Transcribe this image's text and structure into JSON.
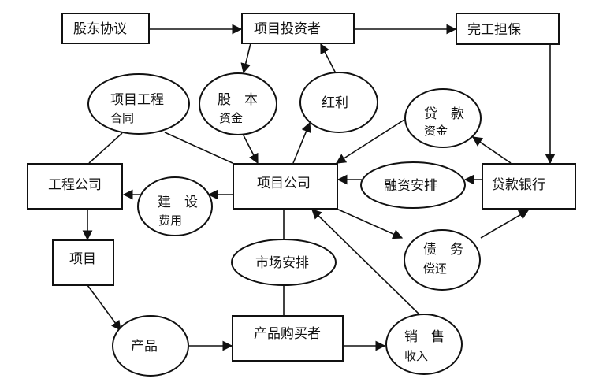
{
  "diagram": {
    "nodes": {
      "shareholder_agreement": {
        "shape": "box",
        "label": "股东协议"
      },
      "project_investor": {
        "shape": "box",
        "label": "项目投资者"
      },
      "completion_guarantee": {
        "shape": "box",
        "label": "完工担保"
      },
      "engineering_contract": {
        "shape": "ellipse",
        "line1": "项目工程",
        "line2": "合同"
      },
      "equity_capital": {
        "shape": "ellipse",
        "line1": "股　本",
        "line2": "资金"
      },
      "dividends": {
        "shape": "ellipse",
        "label": "红利"
      },
      "loan_funds": {
        "shape": "ellipse",
        "line1": "贷　款",
        "line2": "资金"
      },
      "engineering_company": {
        "shape": "box",
        "label": "工程公司"
      },
      "construction_cost": {
        "shape": "ellipse",
        "line1": "建　设",
        "line2": "费用"
      },
      "project_company": {
        "shape": "box",
        "label": "项目公司"
      },
      "financing_arrangement": {
        "shape": "ellipse",
        "label": "融资安排"
      },
      "lending_bank": {
        "shape": "box",
        "label": "贷款银行"
      },
      "project": {
        "shape": "box",
        "label": "项目"
      },
      "market_arrangement": {
        "shape": "ellipse",
        "label": "市场安排"
      },
      "debt_repayment": {
        "shape": "ellipse",
        "line1": "债　务",
        "line2": "偿还"
      },
      "product": {
        "shape": "ellipse",
        "label": "产品"
      },
      "product_buyer": {
        "shape": "box",
        "label": "产品购买者"
      },
      "sales_revenue": {
        "shape": "ellipse",
        "line1": "销　售",
        "line2": "收入"
      }
    },
    "edges": [
      {
        "from": "shareholder_agreement",
        "to": "project_investor",
        "arrow": true
      },
      {
        "from": "project_investor",
        "to": "completion_guarantee",
        "arrow": true
      },
      {
        "from": "project_investor",
        "to": "equity_capital",
        "arrow": true
      },
      {
        "from": "equity_capital",
        "to": "project_company",
        "arrow": true
      },
      {
        "from": "project_company",
        "to": "dividends",
        "arrow": true
      },
      {
        "from": "dividends",
        "to": "project_investor",
        "arrow": true
      },
      {
        "from": "completion_guarantee",
        "to": "lending_bank",
        "arrow": true
      },
      {
        "from": "lending_bank",
        "to": "loan_funds",
        "arrow": true
      },
      {
        "from": "loan_funds",
        "to": "project_company",
        "arrow": true
      },
      {
        "from": "lending_bank",
        "to": "financing_arrangement",
        "arrow": true
      },
      {
        "from": "financing_arrangement",
        "to": "project_company",
        "arrow": true
      },
      {
        "from": "project_company",
        "to": "debt_repayment",
        "arrow": true
      },
      {
        "from": "debt_repayment",
        "to": "lending_bank",
        "arrow": true
      },
      {
        "from": "engineering_contract",
        "to": "engineering_company",
        "arrow": false
      },
      {
        "from": "engineering_contract",
        "to": "project_company",
        "arrow": false
      },
      {
        "from": "project_company",
        "to": "construction_cost",
        "arrow": true
      },
      {
        "from": "construction_cost",
        "to": "engineering_company",
        "arrow": true
      },
      {
        "from": "engineering_company",
        "to": "project",
        "arrow": true
      },
      {
        "from": "project",
        "to": "product",
        "arrow": true
      },
      {
        "from": "product",
        "to": "product_buyer",
        "arrow": true
      },
      {
        "from": "project_company",
        "to": "market_arrangement",
        "arrow": false
      },
      {
        "from": "market_arrangement",
        "to": "product_buyer",
        "arrow": false
      },
      {
        "from": "product_buyer",
        "to": "sales_revenue",
        "arrow": true
      },
      {
        "from": "sales_revenue",
        "to": "project_company",
        "arrow": true
      }
    ]
  }
}
